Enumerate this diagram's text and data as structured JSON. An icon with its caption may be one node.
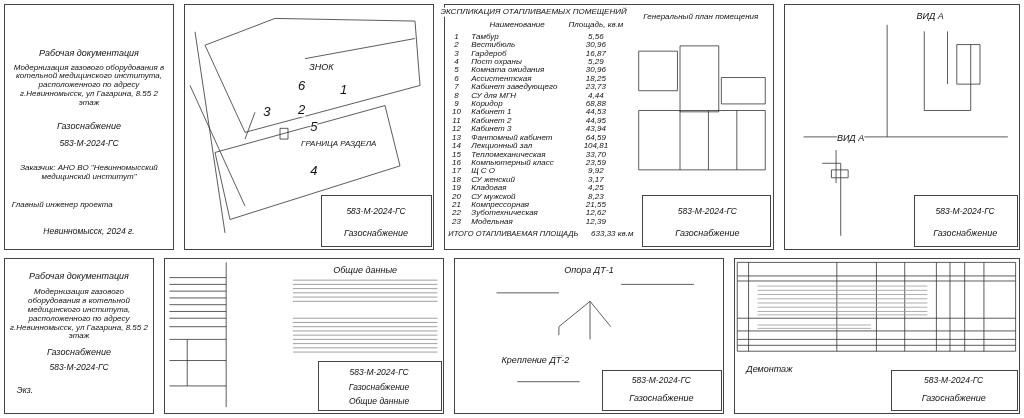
{
  "diagram": {
    "labels": [
      "Рабочая документация",
      "Модернизация газового оборудования в котельной медицинского института, расположенного по адресу г.Невинномысск, ул Гагарина, 8.55 2 этаж",
      "Газоснабжение",
      "583-М-2024-ГС",
      "Заказчик: АНО ВО \"Невинномысский медицинский институт\"",
      "Главный инженер проекта",
      "Невинномысск, 2024 г.",
      "ЗНОК",
      "6",
      "1",
      "3",
      "2",
      "5",
      "4",
      "ГРАНИЦА РАЗДЕЛА",
      "583-М-2024-ГС",
      "Газоснабжение",
      "ЭКСПЛИКАЦИЯ ОТАПЛИВАЕМЫХ ПОМЕЩЕНИЙ",
      "Наименование",
      "Площадь, кв.м",
      "1",
      "Тамбур",
      "5,56",
      "2",
      "Вестибюль",
      "30,96",
      "3",
      "Гардероб",
      "16,87",
      "4",
      "Пост охраны",
      "5,29",
      "5",
      "Комната ожидания",
      "30,96",
      "6",
      "Ассистентская",
      "18,25",
      "7",
      "Кабинет заведующего",
      "23,73",
      "8",
      "СУ для МГН",
      "4,44",
      "9",
      "Коридор",
      "68,88",
      "10",
      "Кабинет 1",
      "44,53",
      "11",
      "Кабинет 2",
      "44,95",
      "12",
      "Кабинет 3",
      "43,94",
      "13",
      "Фантомный кабинет",
      "64,59",
      "14",
      "Лекционный зал",
      "104,81",
      "15",
      "Тепломеханическая",
      "33,70",
      "16",
      "Компьютерный класс",
      "23,59",
      "17",
      "Щ С О",
      "9,92",
      "18",
      "СУ женский",
      "3,17",
      "19",
      "Кладовая",
      "4,25",
      "20",
      "СУ мужской",
      "8,23",
      "21",
      "Компрессорная",
      "21,55",
      "22",
      "Зуботехническая",
      "12,62",
      "23",
      "Модельная",
      "12,39",
      "ИТОГО ОТАПЛИВАЕМАЯ ПЛОЩАДЬ",
      "633,33 кв.м",
      "Генеральный план помещения",
      "583-М-2024-ГС",
      "Газоснабжение",
      "ВИД А",
      "ВИД А",
      "583-М-2024-ГС",
      "Газоснабжение",
      "Рабочая документация",
      "Модернизация газового оборудования в котельной медицинского института, расположенного по адресу г.Невинномысск, ул Гагарина, 8.55 2 этаж",
      "Газоснабжение",
      "583-М-2024-ГС",
      "Экз.",
      "Общие данные",
      "583-М-2024-ГС",
      "Газоснабжение",
      "Общие данные",
      "Опора ДТ-1",
      "Крепление ДТ-2",
      "583-М-2024-ГС",
      "Газоснабжение",
      "Демонтаж",
      "583-М-2024-ГС",
      "Газоснабжение"
    ]
  }
}
